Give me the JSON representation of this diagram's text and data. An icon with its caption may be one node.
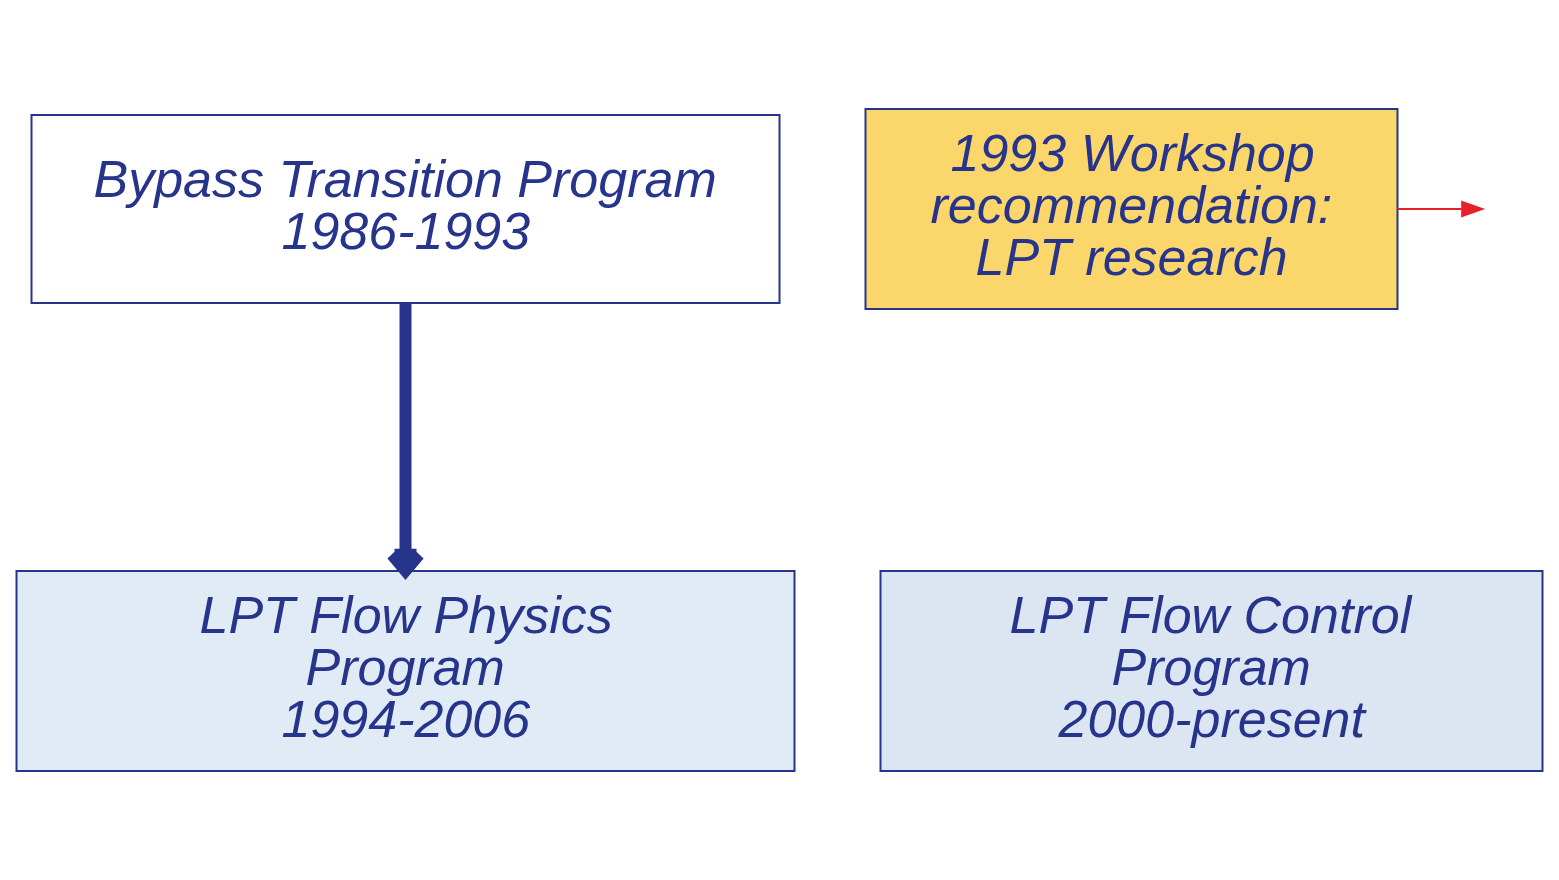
{
  "diagram": {
    "nodes": [
      {
        "text": [
          "Bypass Transition Program",
          "1986-1993"
        ]
      },
      {
        "text": [
          "1993 Workshop recommendation: LPT research"
        ]
      },
      {
        "text": [
          "LPT Flow Physics Program",
          "1994-2006"
        ]
      },
      {
        "text": [
          "LPT Flow Control Program",
          "2000-present"
        ]
      }
    ],
    "edges": [
      {
        "from": 0,
        "to": 2,
        "arrow": "to",
        "style": "thick",
        "color": "#27348b"
      },
      {
        "from": 1,
        "to": null,
        "arrow": "to",
        "color": "#e8202a"
      }
    ]
  }
}
